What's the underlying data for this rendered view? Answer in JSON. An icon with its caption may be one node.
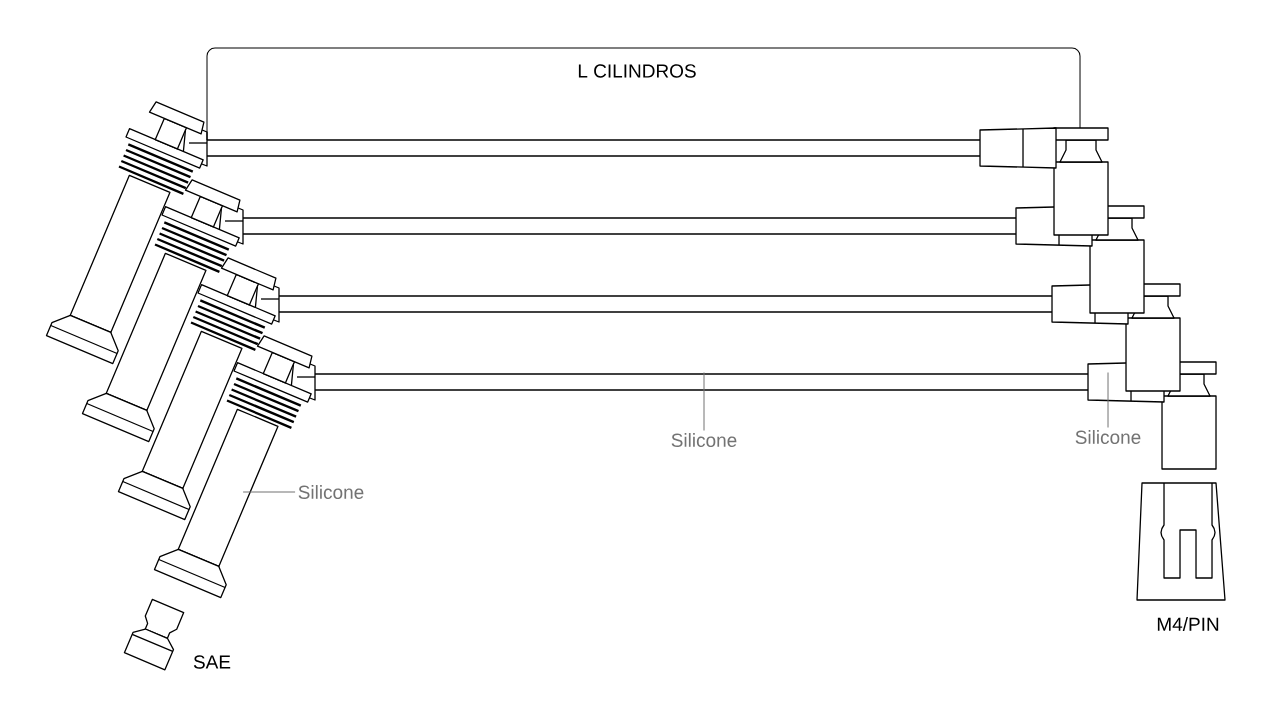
{
  "diagram": {
    "nodes": [
      {
        "text": [
          "Silicone"
        ]
      },
      {
        "text": [
          "Silicone"
        ]
      },
      {
        "text": [
          "Silicone"
        ]
      }
    ],
    "edges": [
      {
        "from": 0,
        "to": null,
        "arrow": "none"
      },
      {
        "from": 1,
        "to": null,
        "arrow": "none"
      },
      {
        "from": 2,
        "to": null,
        "arrow": "none"
      }
    ],
    "labels": [
      "L CILINDROS",
      "SAE",
      "M4/PIN"
    ]
  }
}
